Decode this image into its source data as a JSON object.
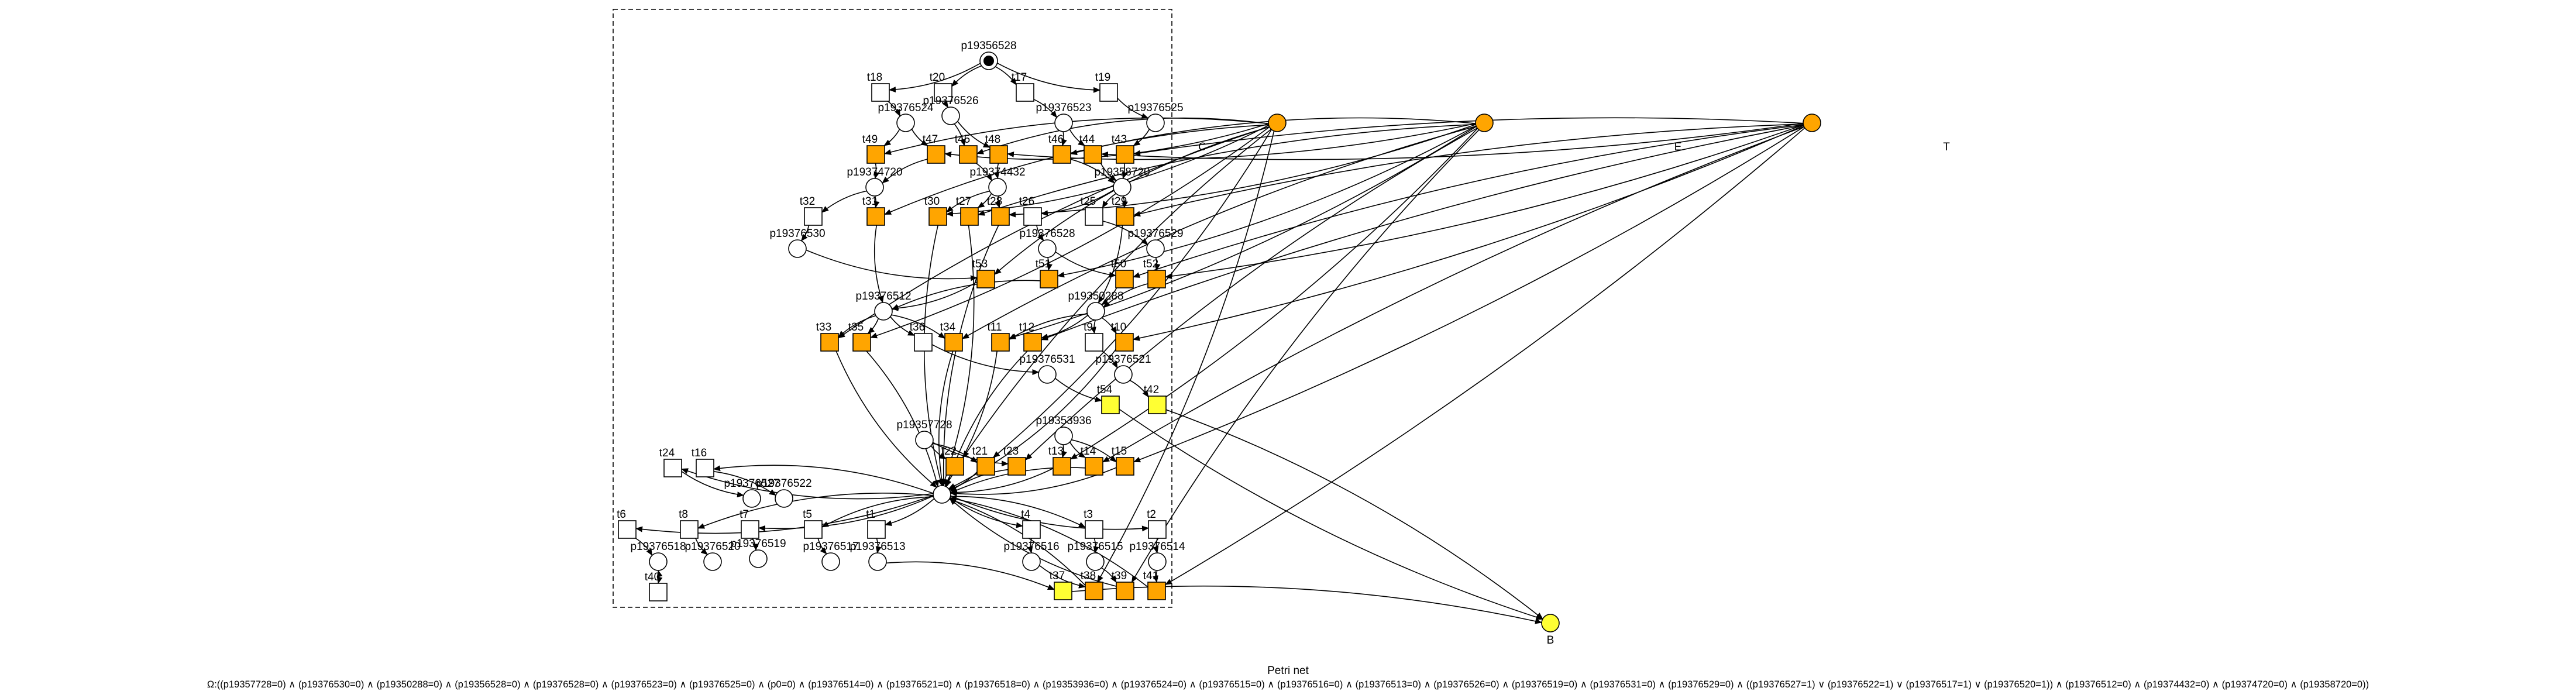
{
  "title": "Petri net",
  "formula": "Ω:((p19357728=0) ∧ (p19376530=0) ∧ (p19350288=0) ∧ (p19356528=0) ∧ (p19376528=0) ∧ (p19376523=0) ∧ (p19376525=0) ∧ (p0=0) ∧ (p19376514=0) ∧ (p19376521=0) ∧ (p19376518=0) ∧ (p19353936=0) ∧ (p19376524=0) ∧ (p19376515=0) ∧ (p19376516=0) ∧ (p19376513=0) ∧ (p19376526=0) ∧ (p19376519=0) ∧ (p19376531=0) ∧ (p19376529=0) ∧ ((p19376527=1) ∨ (p19376522=1) ∨ (p19376517=1) ∨ (p19376520=1)) ∧ (p19376512=0) ∧ (p19374432=0) ∧ (p19374720=0) ∧ (p19358720=0))",
  "colors": {
    "orange": "#ffa500",
    "yellow": "#ffff33",
    "white": "#ffffff",
    "stroke": "#000000"
  },
  "places": [
    {
      "id": "p19356528",
      "label": "p19356528",
      "marked": true
    },
    {
      "id": "p19376524",
      "label": "p19376524"
    },
    {
      "id": "p19376526",
      "label": "p19376526"
    },
    {
      "id": "p19376523",
      "label": "p19376523"
    },
    {
      "id": "p19376525",
      "label": "p19376525"
    },
    {
      "id": "p19374720",
      "label": "p19374720"
    },
    {
      "id": "p19374432",
      "label": "p19374432"
    },
    {
      "id": "p19358720",
      "label": "p19358720"
    },
    {
      "id": "p19376530",
      "label": "p19376530"
    },
    {
      "id": "p19376528",
      "label": "p19376528"
    },
    {
      "id": "p19376529",
      "label": "p19376529"
    },
    {
      "id": "p19376512",
      "label": "p19376512"
    },
    {
      "id": "p19350288",
      "label": "p19350288"
    },
    {
      "id": "p19376531",
      "label": "p19376531"
    },
    {
      "id": "p19376521",
      "label": "p19376521"
    },
    {
      "id": "p19357728",
      "label": "p19357728"
    },
    {
      "id": "p19353936",
      "label": "p19353936"
    },
    {
      "id": "p19376527",
      "label": "p19376527"
    },
    {
      "id": "p19376522",
      "label": "p19376522"
    },
    {
      "id": "p0",
      "label": ""
    },
    {
      "id": "p19376518",
      "label": "p19376518"
    },
    {
      "id": "p19376520",
      "label": "p19376520"
    },
    {
      "id": "p19376519",
      "label": "p19376519"
    },
    {
      "id": "p19376517",
      "label": "p19376517"
    },
    {
      "id": "p19376513",
      "label": "p19376513"
    },
    {
      "id": "p19376516",
      "label": "p19376516"
    },
    {
      "id": "p19376515",
      "label": "p19376515"
    },
    {
      "id": "p19376514",
      "label": "p19376514"
    },
    {
      "id": "C",
      "label": "C",
      "color": "orange"
    },
    {
      "id": "E",
      "label": "E",
      "color": "orange"
    },
    {
      "id": "T",
      "label": "T",
      "color": "orange"
    },
    {
      "id": "B",
      "label": "B",
      "color": "yellow"
    }
  ],
  "transitions": [
    {
      "id": "t18",
      "label": "t18",
      "color": "white"
    },
    {
      "id": "t20",
      "label": "t20",
      "color": "white"
    },
    {
      "id": "t17",
      "label": "t17",
      "color": "white"
    },
    {
      "id": "t19",
      "label": "t19",
      "color": "white"
    },
    {
      "id": "t49",
      "label": "t49",
      "color": "orange"
    },
    {
      "id": "t47",
      "label": "t47",
      "color": "orange"
    },
    {
      "id": "t45",
      "label": "t45",
      "color": "orange"
    },
    {
      "id": "t48",
      "label": "t48",
      "color": "orange"
    },
    {
      "id": "t46",
      "label": "t46",
      "color": "orange"
    },
    {
      "id": "t44",
      "label": "t44",
      "color": "orange"
    },
    {
      "id": "t43",
      "label": "t43",
      "color": "orange"
    },
    {
      "id": "t32",
      "label": "t32",
      "color": "white"
    },
    {
      "id": "t31",
      "label": "t31",
      "color": "orange"
    },
    {
      "id": "t30",
      "label": "t30",
      "color": "orange"
    },
    {
      "id": "t27",
      "label": "t27",
      "color": "orange"
    },
    {
      "id": "t28",
      "label": "t28",
      "color": "orange"
    },
    {
      "id": "t26",
      "label": "t26",
      "color": "white"
    },
    {
      "id": "t25",
      "label": "t25",
      "color": "white"
    },
    {
      "id": "t29",
      "label": "t29",
      "color": "orange"
    },
    {
      "id": "t53",
      "label": "t53",
      "color": "orange"
    },
    {
      "id": "t51",
      "label": "t51",
      "color": "orange"
    },
    {
      "id": "t50",
      "label": "t50",
      "color": "orange"
    },
    {
      "id": "t52",
      "label": "t52",
      "color": "orange"
    },
    {
      "id": "t33",
      "label": "t33",
      "color": "orange"
    },
    {
      "id": "t35",
      "label": "t35",
      "color": "orange"
    },
    {
      "id": "t36",
      "label": "t36",
      "color": "white"
    },
    {
      "id": "t34",
      "label": "t34",
      "color": "orange"
    },
    {
      "id": "t11",
      "label": "t11",
      "color": "orange"
    },
    {
      "id": "t12",
      "label": "t12",
      "color": "orange"
    },
    {
      "id": "t9",
      "label": "t9",
      "color": "white"
    },
    {
      "id": "t10",
      "label": "t10",
      "color": "orange"
    },
    {
      "id": "t54",
      "label": "t54",
      "color": "yellow"
    },
    {
      "id": "t42",
      "label": "t42",
      "color": "yellow"
    },
    {
      "id": "t24",
      "label": "t24",
      "color": "white"
    },
    {
      "id": "t16",
      "label": "t16",
      "color": "white"
    },
    {
      "id": "t22",
      "label": "t22",
      "color": "orange"
    },
    {
      "id": "t21",
      "label": "t21",
      "color": "orange"
    },
    {
      "id": "t23",
      "label": "t23",
      "color": "orange"
    },
    {
      "id": "t13",
      "label": "t13",
      "color": "orange"
    },
    {
      "id": "t14",
      "label": "t14",
      "color": "orange"
    },
    {
      "id": "t15",
      "label": "t15",
      "color": "orange"
    },
    {
      "id": "t6",
      "label": "t6",
      "color": "white"
    },
    {
      "id": "t8",
      "label": "t8",
      "color": "white"
    },
    {
      "id": "t7",
      "label": "t7",
      "color": "white"
    },
    {
      "id": "t5",
      "label": "t5",
      "color": "white"
    },
    {
      "id": "t1",
      "label": "t1",
      "color": "white"
    },
    {
      "id": "t4",
      "label": "t4",
      "color": "white"
    },
    {
      "id": "t3",
      "label": "t3",
      "color": "white"
    },
    {
      "id": "t2",
      "label": "t2",
      "color": "white"
    },
    {
      "id": "t40",
      "label": "t40",
      "color": "white"
    },
    {
      "id": "t37",
      "label": "t37",
      "color": "yellow"
    },
    {
      "id": "t38",
      "label": "t38",
      "color": "orange"
    },
    {
      "id": "t39",
      "label": "t39",
      "color": "orange"
    },
    {
      "id": "t41",
      "label": "t41",
      "color": "orange"
    }
  ],
  "arcs": [
    [
      "p19356528",
      "t18"
    ],
    [
      "p19356528",
      "t20"
    ],
    [
      "p19356528",
      "t17"
    ],
    [
      "p19356528",
      "t19"
    ],
    [
      "t18",
      "p19376524"
    ],
    [
      "t20",
      "p19376526"
    ],
    [
      "t17",
      "p19376523"
    ],
    [
      "t19",
      "p19376525"
    ],
    [
      "p19376524",
      "t49"
    ],
    [
      "p19376524",
      "t47"
    ],
    [
      "p19376526",
      "t45"
    ],
    [
      "p19376526",
      "t48"
    ],
    [
      "p19376523",
      "t46"
    ],
    [
      "p19376523",
      "t44"
    ],
    [
      "p19376525",
      "t43"
    ],
    [
      "C",
      "t49"
    ],
    [
      "C",
      "t47"
    ],
    [
      "C",
      "t45"
    ],
    [
      "E",
      "t48"
    ],
    [
      "E",
      "t46"
    ],
    [
      "T",
      "t44"
    ],
    [
      "T",
      "t43"
    ],
    [
      "t49",
      "p19374720"
    ],
    [
      "t47",
      "p19374720"
    ],
    [
      "t45",
      "p19374432"
    ],
    [
      "t48",
      "p19374432"
    ],
    [
      "t46",
      "p19358720"
    ],
    [
      "t44",
      "p19358720"
    ],
    [
      "t43",
      "p19358720"
    ],
    [
      "p19374720",
      "t32"
    ],
    [
      "p19374720",
      "t31"
    ],
    [
      "p19374432",
      "t30"
    ],
    [
      "p19374432",
      "t27"
    ],
    [
      "p19374432",
      "t28"
    ],
    [
      "p19358720",
      "t26"
    ],
    [
      "p19358720",
      "t25"
    ],
    [
      "p19358720",
      "t29"
    ],
    [
      "C",
      "t31"
    ],
    [
      "C",
      "t30"
    ],
    [
      "E",
      "t27"
    ],
    [
      "E",
      "t28"
    ],
    [
      "T",
      "t29"
    ],
    [
      "t32",
      "p19376530"
    ],
    [
      "t26",
      "p19376528"
    ],
    [
      "t25",
      "p19376529"
    ],
    [
      "p19376530",
      "t53"
    ],
    [
      "p19376528",
      "t51"
    ],
    [
      "p19376528",
      "t50"
    ],
    [
      "p19376529",
      "t52"
    ],
    [
      "C",
      "t53"
    ],
    [
      "E",
      "t51"
    ],
    [
      "T",
      "t50"
    ],
    [
      "T",
      "t52"
    ],
    [
      "t31",
      "p19376512"
    ],
    [
      "t53",
      "p19376512"
    ],
    [
      "t51",
      "p19376512"
    ],
    [
      "t50",
      "p19350288"
    ],
    [
      "t52",
      "p19350288"
    ],
    [
      "t29",
      "p19350288"
    ],
    [
      "p19376512",
      "t33"
    ],
    [
      "p19376512",
      "t35"
    ],
    [
      "p19376512",
      "t36"
    ],
    [
      "p19376512",
      "t34"
    ],
    [
      "p19350288",
      "t11"
    ],
    [
      "p19350288",
      "t12"
    ],
    [
      "p19350288",
      "t9"
    ],
    [
      "p19350288",
      "t10"
    ],
    [
      "C",
      "t33"
    ],
    [
      "C",
      "t35"
    ],
    [
      "E",
      "t34"
    ],
    [
      "E",
      "t11"
    ],
    [
      "T",
      "t12"
    ],
    [
      "T",
      "t10"
    ],
    [
      "t36",
      "p19376531"
    ],
    [
      "t9",
      "p19376521"
    ],
    [
      "p19376531",
      "t54"
    ],
    [
      "p19376521",
      "t42"
    ],
    [
      "t54",
      "B"
    ],
    [
      "t42",
      "B"
    ],
    [
      "p19357728",
      "t22"
    ],
    [
      "p19357728",
      "t21"
    ],
    [
      "p19357728",
      "t23"
    ],
    [
      "p19353936",
      "t13"
    ],
    [
      "p19353936",
      "t14"
    ],
    [
      "p19353936",
      "t15"
    ],
    [
      "C",
      "t22"
    ],
    [
      "C",
      "t21"
    ],
    [
      "E",
      "t23"
    ],
    [
      "E",
      "t13"
    ],
    [
      "T",
      "t14"
    ],
    [
      "T",
      "t15"
    ],
    [
      "t24",
      "p19376527"
    ],
    [
      "t16",
      "p19376522"
    ],
    [
      "t33",
      "p0"
    ],
    [
      "t35",
      "p0"
    ],
    [
      "t34",
      "p0"
    ],
    [
      "t11",
      "p0"
    ],
    [
      "t12",
      "p0"
    ],
    [
      "t10",
      "p0"
    ],
    [
      "t22",
      "p0"
    ],
    [
      "t21",
      "p0"
    ],
    [
      "t23",
      "p0"
    ],
    [
      "t13",
      "p0"
    ],
    [
      "t14",
      "p0"
    ],
    [
      "t15",
      "p0"
    ],
    [
      "t30",
      "p0"
    ],
    [
      "t27",
      "p0"
    ],
    [
      "t28",
      "p0"
    ],
    [
      "p0",
      "t24"
    ],
    [
      "p0",
      "t16"
    ],
    [
      "p0",
      "t6"
    ],
    [
      "p0",
      "t8"
    ],
    [
      "p0",
      "t7"
    ],
    [
      "p0",
      "t5"
    ],
    [
      "p0",
      "t1"
    ],
    [
      "p0",
      "t4"
    ],
    [
      "p0",
      "t3"
    ],
    [
      "p0",
      "t2"
    ],
    [
      "t6",
      "p19376518"
    ],
    [
      "t8",
      "p19376520"
    ],
    [
      "t7",
      "p19376519"
    ],
    [
      "t5",
      "p19376517"
    ],
    [
      "t1",
      "p19376513"
    ],
    [
      "t4",
      "p19376516"
    ],
    [
      "t3",
      "p19376515"
    ],
    [
      "t2",
      "p19376514"
    ],
    [
      "p19376518",
      "t40"
    ],
    [
      "t40",
      "p19376518"
    ],
    [
      "p19376513",
      "t37"
    ],
    [
      "p19376516",
      "t38"
    ],
    [
      "p19376515",
      "t39"
    ],
    [
      "p19376514",
      "t41"
    ],
    [
      "t37",
      "B"
    ],
    [
      "t38",
      "p0"
    ],
    [
      "t39",
      "p0"
    ],
    [
      "t41",
      "p0"
    ],
    [
      "C",
      "t38"
    ],
    [
      "E",
      "t39"
    ],
    [
      "T",
      "t41"
    ]
  ]
}
